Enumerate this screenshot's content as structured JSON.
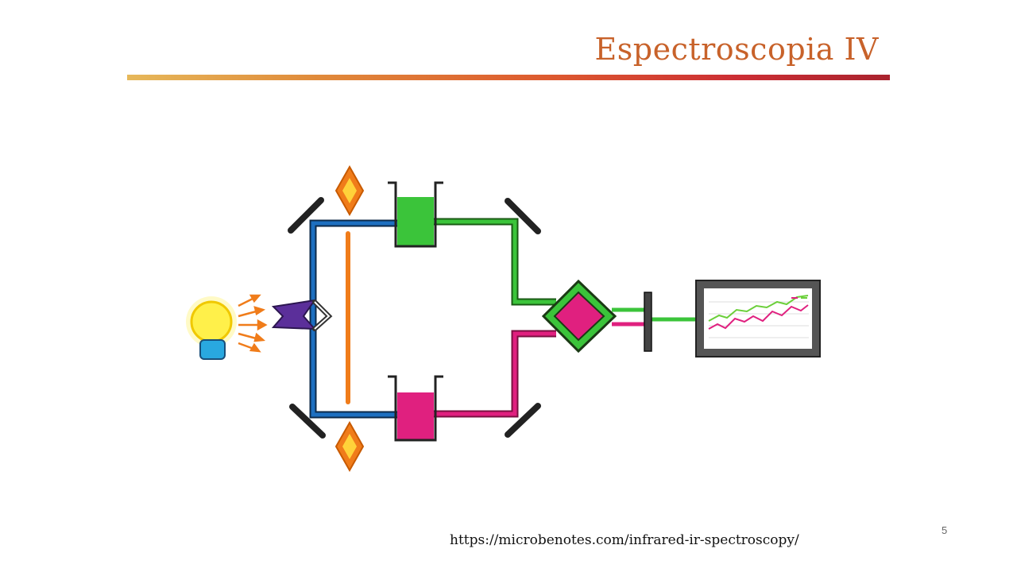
{
  "slide": {
    "title": "Espectroscopia IV",
    "source_url": "https://microbenotes.com/infrared-ir-spectroscopy/",
    "page_number": "5"
  },
  "diagram": {
    "description_items": [
      "light-source-icon",
      "beam-splitter",
      "mirror-icon",
      "reference-cell",
      "sample-cell",
      "chopper",
      "detector",
      "recorder-monitor"
    ]
  },
  "colors": {
    "title": "#c8622a",
    "path_blue": "#1d5fa8",
    "path_green": "#3bc43a",
    "path_pink": "#e0207f",
    "orange": "#f07c1a",
    "purple": "#5b2f9a"
  }
}
